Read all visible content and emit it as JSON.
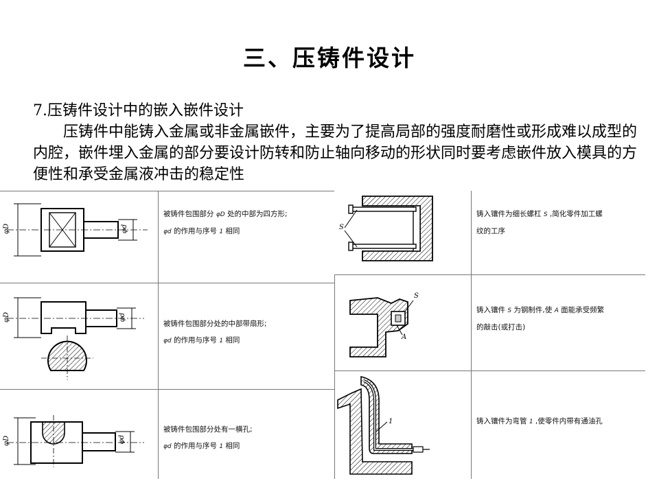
{
  "title": "三、压铸件设计",
  "section_heading": "7.压铸件设计中的嵌入嵌件设计",
  "paragraph": "压铸件中能铸入金属或非金属嵌件，主要为了提高局部的强度耐磨性或形成难以成型的内腔，嵌件埋入金属的部分要设计防转和防止轴向移动的形状同时要考虑嵌件放入模具的方便性和承受金属液冲击的稳定性",
  "left_rows": [
    {
      "caption_line1_a": "被铸件包围部分",
      "caption_line1_sym": "φD",
      "caption_line1_b": "处的中部为四方形;",
      "caption_line2_sym": "φd",
      "caption_line2_a": "的作用与序号",
      "caption_line2_num": "1",
      "caption_line2_b": "相同",
      "dim_D": "φD",
      "dim_d": "φd"
    },
    {
      "caption_line1_a": "被铸件包围部分处的中部带扇形;",
      "caption_line2_sym": "φd",
      "caption_line2_a": "的作用与序号",
      "caption_line2_num": "1",
      "caption_line2_b": "相同",
      "dim_D": "φD",
      "dim_d": "φd"
    },
    {
      "caption_line1_a": "被铸件包围部分处有一横孔;",
      "caption_line2_sym": "φd",
      "caption_line2_a": "的作用与序号",
      "caption_line2_num": "1",
      "caption_line2_b": "相同",
      "dim_D": "φD",
      "dim_d": "φd"
    }
  ],
  "right_rows": [
    {
      "caption_line1_a": "铸入镶件为细长螺杠",
      "caption_line1_sym": "S",
      "caption_line1_b": ",简化零件加工螺",
      "caption_line2": "纹的工序",
      "label": "S"
    },
    {
      "caption_line1_a": "铸入镶件",
      "caption_line1_sym": "S",
      "caption_line1_b": "为钢制件,使",
      "caption_line1_sym2": "A",
      "caption_line1_c": "面能承受频繁",
      "caption_line2": "的敲击(或打击)",
      "label_s": "S",
      "label_a": "A"
    },
    {
      "caption_line1_a": "铸入镶件为弯管",
      "caption_line1_sym": "1",
      "caption_line1_b": ",使零件内带有通油孔",
      "label": "1"
    }
  ]
}
